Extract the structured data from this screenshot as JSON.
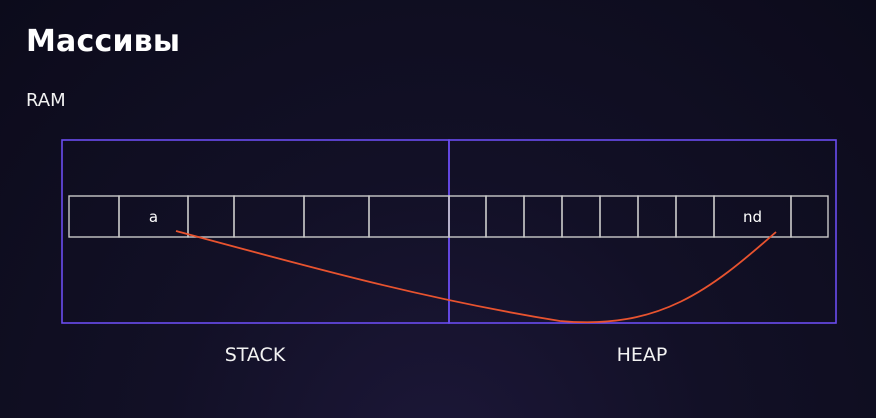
{
  "title": "Массивы",
  "subtitle": "RAM",
  "regions": {
    "stack": "STACK",
    "heap": "HEAP"
  },
  "memory_cells": [
    "",
    "a",
    "",
    "",
    "",
    "",
    "",
    "",
    "",
    "",
    "",
    "",
    "",
    "nd",
    ""
  ],
  "colors": {
    "background": "#121026",
    "region_border": "#6a4cf0",
    "cell_border": "#c9c9c9",
    "pointer_curve": "#e8532f",
    "text": "#ffffff"
  }
}
